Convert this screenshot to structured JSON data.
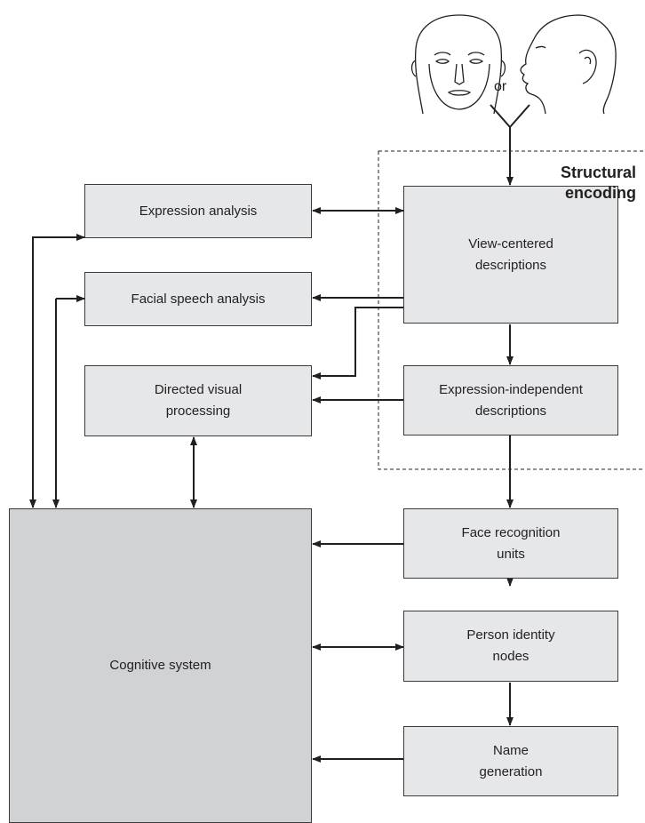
{
  "structural_encoding": "Structural\nencoding",
  "input_connector": "or",
  "boxes": {
    "expression_analysis": "Expression analysis",
    "facial_speech_analysis": "Facial speech analysis",
    "directed_visual_processing": "Directed visual\nprocessing",
    "view_centered": "View-centered\ndescriptions",
    "expression_independent": "Expression-independent\ndescriptions",
    "face_recognition_units": "Face recognition\nunits",
    "person_identity_nodes": "Person identity\nnodes",
    "name_generation": "Name\ngeneration",
    "cognitive_system": "Cognitive system"
  },
  "colors": {
    "box_fill": "#e6e7e8",
    "cognitive_fill": "#d1d2d4",
    "line": "#231f20"
  }
}
